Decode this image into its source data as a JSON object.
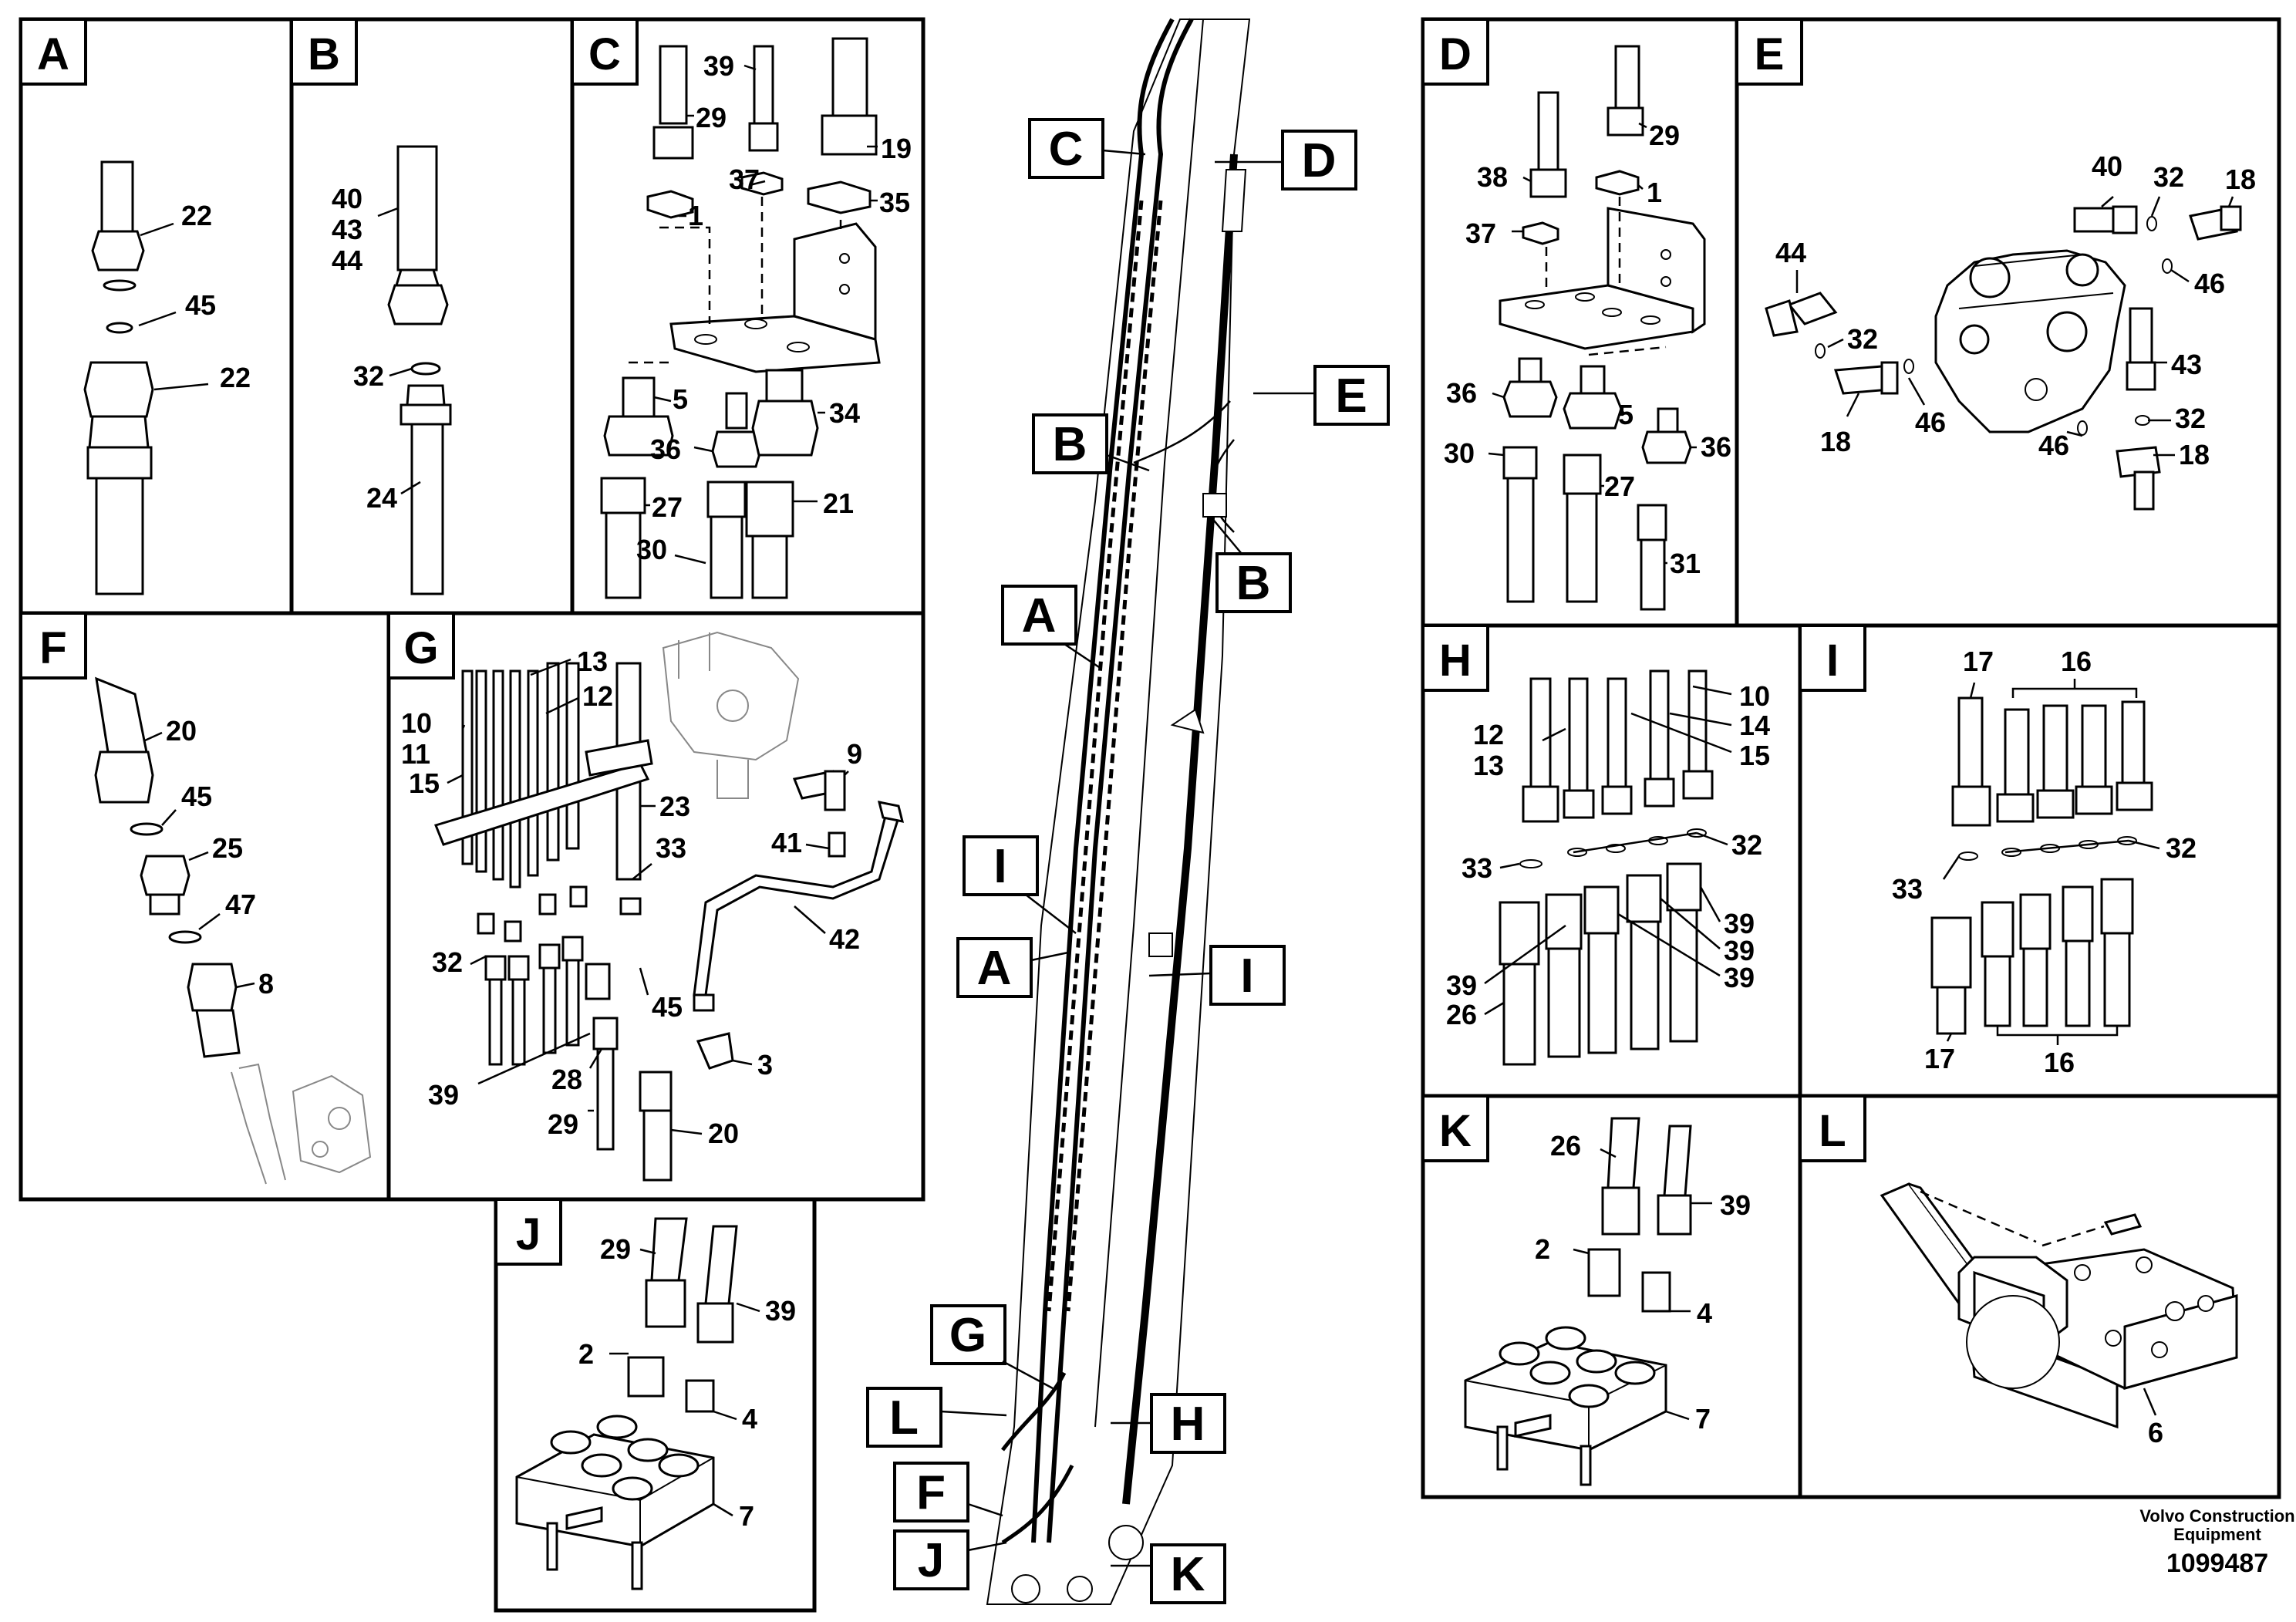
{
  "panels": {
    "A": {
      "tag": "A",
      "callouts": [
        "22",
        "45",
        "22"
      ]
    },
    "B": {
      "tag": "B",
      "callouts": [
        "40",
        "43",
        "44",
        "32",
        "24"
      ]
    },
    "C": {
      "tag": "C",
      "callouts": [
        "39",
        "29",
        "19",
        "37",
        "1",
        "35",
        "5",
        "34",
        "36",
        "27",
        "21",
        "30"
      ]
    },
    "D": {
      "tag": "D",
      "callouts": [
        "29",
        "38",
        "1",
        "37",
        "36",
        "5",
        "36",
        "30",
        "27",
        "31"
      ]
    },
    "E": {
      "tag": "E",
      "callouts": [
        "40",
        "32",
        "18",
        "44",
        "46",
        "32",
        "46",
        "43",
        "32",
        "18",
        "46",
        "18"
      ]
    },
    "F": {
      "tag": "F",
      "callouts": [
        "20",
        "45",
        "25",
        "47",
        "8"
      ]
    },
    "G": {
      "tag": "G",
      "callouts": [
        "13",
        "10",
        "12",
        "11",
        "15",
        "23",
        "9",
        "33",
        "41",
        "42",
        "32",
        "45",
        "3",
        "28",
        "39",
        "29",
        "20"
      ]
    },
    "H": {
      "tag": "H",
      "callouts": [
        "10",
        "12",
        "14",
        "13",
        "15",
        "32",
        "33",
        "39",
        "39",
        "39",
        "39",
        "26"
      ]
    },
    "I": {
      "tag": "I",
      "callouts": [
        "17",
        "16",
        "32",
        "33",
        "17",
        "16"
      ]
    },
    "J": {
      "tag": "J",
      "callouts": [
        "29",
        "39",
        "2",
        "4",
        "7"
      ]
    },
    "K": {
      "tag": "K",
      "callouts": [
        "26",
        "39",
        "2",
        "4",
        "7"
      ]
    },
    "L": {
      "tag": "L",
      "callouts": [
        "6"
      ]
    }
  },
  "center": {
    "labels": [
      "C",
      "D",
      "E",
      "B",
      "B",
      "A",
      "I",
      "A",
      "I",
      "G",
      "L",
      "H",
      "F",
      "J",
      "K"
    ]
  },
  "footer": {
    "company": "Volvo Construction",
    "company2": "Equipment",
    "doc_number": "1099487"
  }
}
